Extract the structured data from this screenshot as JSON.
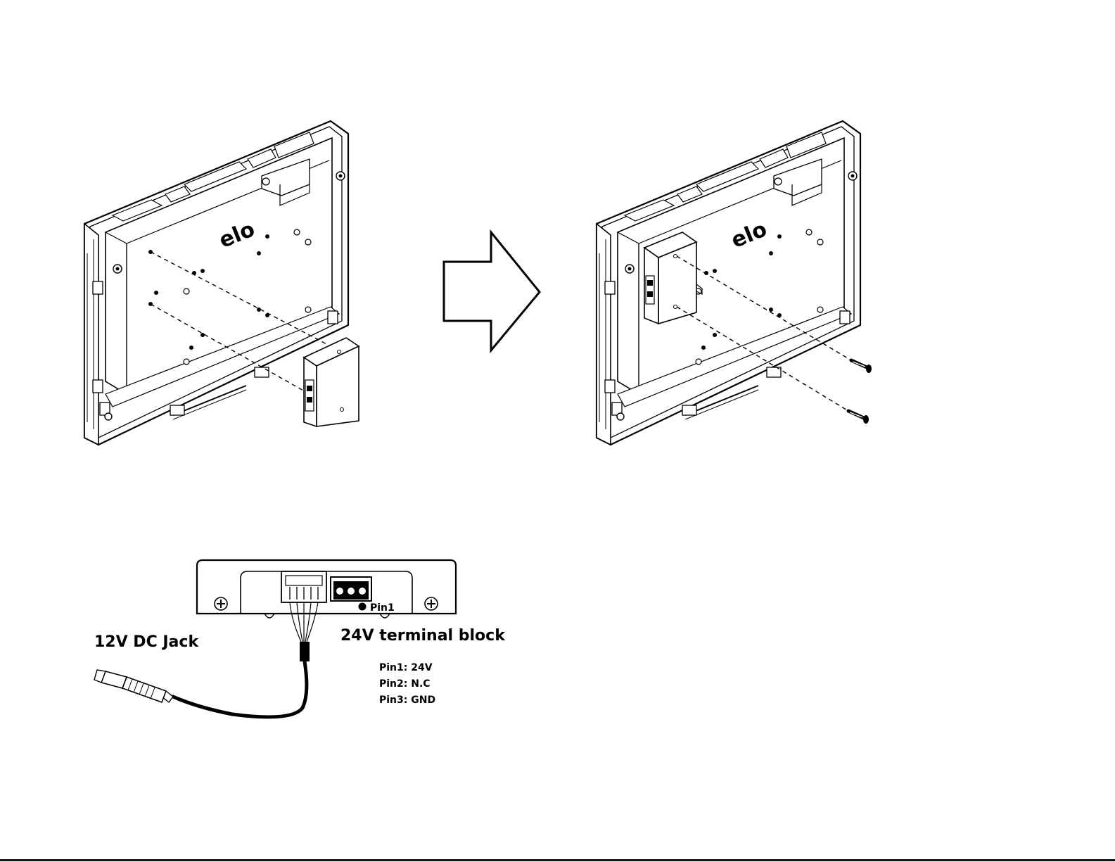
{
  "brand": {
    "logo": "elo"
  },
  "labels": {
    "dc_jack": "12V DC Jack",
    "terminal_block": "24V terminal block",
    "pin1_marker": "Pin1"
  },
  "pins": [
    "Pin1: 24V",
    "Pin2: N.C",
    "Pin3: GND"
  ],
  "arrow": {
    "direction": "right"
  }
}
